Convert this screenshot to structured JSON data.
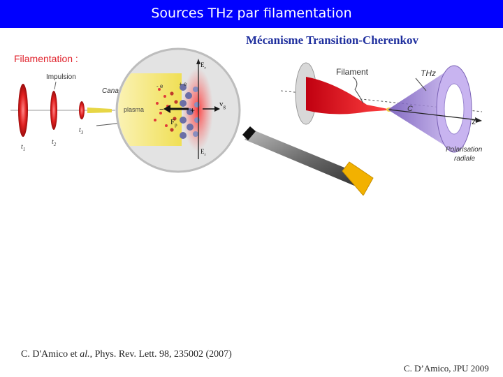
{
  "header": {
    "title": "Sources THz par filamentation",
    "color": "#0000ff"
  },
  "mechanism_title": "Mécanisme Transition-Cherenkov",
  "filamentation": {
    "label": "Filamentation :",
    "impulsion": "Impulsion",
    "canal": "Canal",
    "times": [
      "t",
      "t",
      "t"
    ],
    "time_subs": [
      "1",
      "2",
      "3"
    ]
  },
  "magnifier": {
    "plasma": "plasma",
    "e_minus": "- e",
    "e_plus": "+ e",
    "minus_sign": "−",
    "plus_sign": "+",
    "v": "v",
    "v_sub": "g",
    "f": "F",
    "f_sub": "p",
    "e_field": "E",
    "e_field_sub": "r"
  },
  "cherenkov": {
    "filament": "Filament",
    "thz": "THz",
    "c": "C",
    "z": "z",
    "polarisation": "Polarisation",
    "radiale": "radiale"
  },
  "reference": {
    "prefix": "C. D'Amico et ",
    "etal": "al.",
    "suffix": ", Phys. Rev. Lett. 98, 235002 (2007)"
  },
  "credit": "C. D’Amico, JPU 2009",
  "colors": {
    "title_bar": "#0000ff",
    "pulse_red": "#e02020",
    "plasma_yellow": "#f3e25a",
    "cone_purple": "#a78ad8",
    "mech_title": "#1f2f9e"
  }
}
